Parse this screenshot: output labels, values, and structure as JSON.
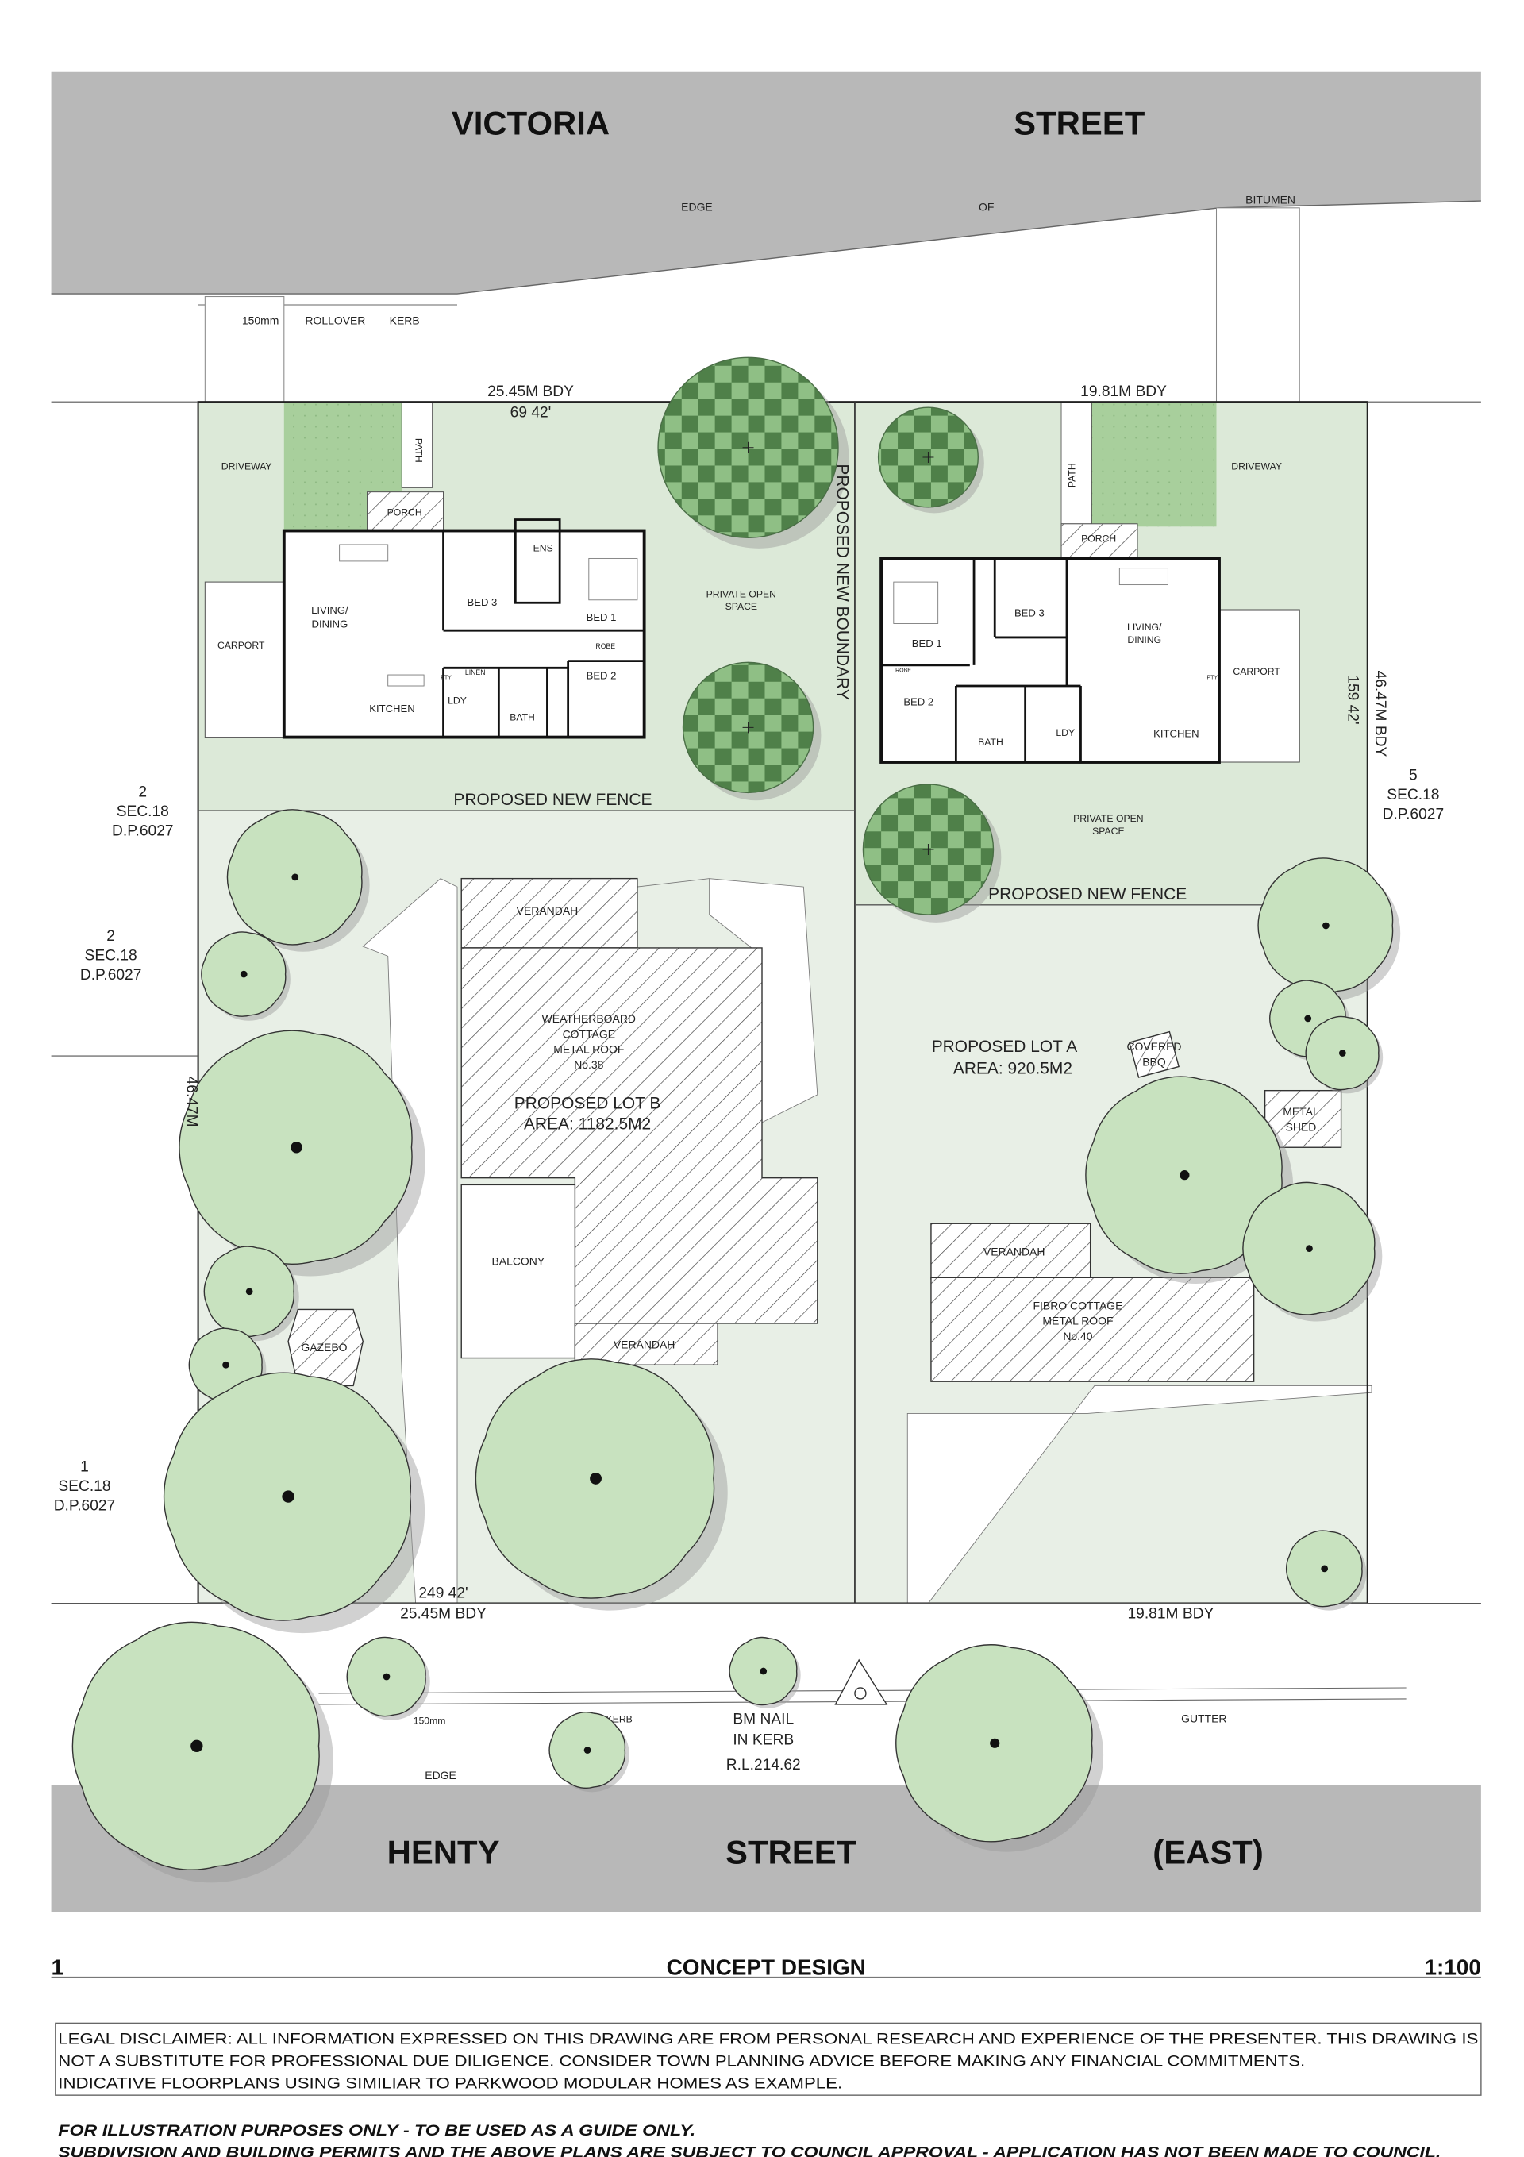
{
  "streets": {
    "top": [
      "VICTORIA",
      "STREET"
    ],
    "bottom": [
      "HENTY",
      "STREET",
      "(EAST)"
    ]
  },
  "top_edge": {
    "edge": "EDGE",
    "of": "OF",
    "bitumen": "BITUMEN",
    "kerb_size": "150mm",
    "rollover": "ROLLOVER",
    "kerb": "KERB"
  },
  "boundaries": {
    "top_left_len": "25.45M BDY",
    "top_left_bearing": "69  42'",
    "top_right_len": "19.81M BDY",
    "right_len": "46.47M BDY",
    "right_bearing": "159  42'",
    "left_len": "46.47M",
    "bottom_bearing": "249  42'",
    "bottom_left_len": "25.45M BDY",
    "bottom_right_len": "19.81M BDY"
  },
  "neighbours": [
    {
      "lot": "2",
      "sec": "SEC.18",
      "dp": "D.P.6027"
    },
    {
      "lot": "2",
      "sec": "SEC.18",
      "dp": "D.P.6027"
    },
    {
      "lot": "1",
      "sec": "SEC.18",
      "dp": "D.P.6027"
    },
    {
      "lot": "5",
      "sec": "SEC.18",
      "dp": "D.P.6027"
    }
  ],
  "new_lots": {
    "boundary": "PROPOSED NEW BOUNDARY",
    "fence": "PROPOSED NEW FENCE",
    "pos": [
      "PRIVATE OPEN",
      "SPACE"
    ]
  },
  "left_house": {
    "driveway": "DRIVEWAY",
    "path": "PATH",
    "porch": "PORCH",
    "carport": "CARPORT",
    "living": [
      "LIVING/",
      "DINING"
    ],
    "bed3": "BED 3",
    "ens": "ENS",
    "bed1": "BED 1",
    "robe": "ROBE",
    "bed2": "BED 2",
    "kitchen": "KITCHEN",
    "ldy": "LDY",
    "bath": "BATH",
    "linen": "LINEN",
    "pty": "PTY"
  },
  "right_house": {
    "driveway": "DRIVEWAY",
    "path": "PATH",
    "porch": "PORCH",
    "carport": "CARPORT",
    "living": [
      "LIVING/",
      "DINING"
    ],
    "bed3": "BED 3",
    "bed1": "BED 1",
    "bed2": "BED 2",
    "robe": "ROBE",
    "kitchen": "KITCHEN",
    "ldy": "LDY",
    "bath": "BATH",
    "pty": "PTY"
  },
  "lot_b": {
    "verandah": "VERANDAH",
    "cottage": [
      "WEATHERBOARD",
      "COTTAGE",
      "METAL ROOF",
      "No.38"
    ],
    "title": "PROPOSED LOT B",
    "area": "AREA: 1182.5M2",
    "balcony": "BALCONY",
    "verandah2": "VERANDAH",
    "gazebo": "GAZEBO"
  },
  "lot_a": {
    "title": "PROPOSED LOT A",
    "area": "AREA: 920.5M2",
    "bbq": [
      "COVERED",
      "BBQ"
    ],
    "shed": [
      "METAL",
      "SHED"
    ],
    "verandah": "VERANDAH",
    "cottage": [
      "FIBRO COTTAGE",
      "METAL ROOF",
      "No.40"
    ]
  },
  "bottom_edge": {
    "kerb_size": "150mm",
    "kerb": "KERB",
    "edge": "EDGE",
    "bm": [
      "BM NAIL",
      "IN KERB",
      "R.L.214.62"
    ],
    "gutter": "GUTTER"
  },
  "title_bar": {
    "number": "1",
    "title": "CONCEPT DESIGN",
    "scale": "1:100"
  },
  "disclaimer": [
    "LEGAL DISCLAIMER: ALL INFORMATION EXPRESSED ON THIS DRAWING ARE FROM PERSONAL RESEARCH AND EXPERIENCE OF THE PRESENTER. THIS DRAWING IS",
    "NOT A SUBSTITUTE FOR PROFESSIONAL DUE DILIGENCE. CONSIDER TOWN PLANNING ADVICE BEFORE MAKING ANY FINANCIAL COMMITMENTS.",
    "INDICATIVE FLOORPLANS USING SIMILIAR TO PARKWOOD MODULAR HOMES AS EXAMPLE."
  ],
  "footer": [
    "FOR ILLUSTRATION PURPOSES ONLY - TO BE USED AS A GUIDE ONLY.",
    "SUBDIVISION AND BUILDING PERMITS AND THE ABOVE PLANS ARE SUBJECT TO COUNCIL APPROVAL - APPLICATION HAS NOT BEEN MADE TO COUNCIL."
  ],
  "colors": {
    "street": "#b8b8b8",
    "lawn_upper": "#dce9d8",
    "lawn_lower": "#e8efe6",
    "grass": "#a8cf9c",
    "tree": "#c8e2bf",
    "tree_dark": "#5e8f5a"
  }
}
